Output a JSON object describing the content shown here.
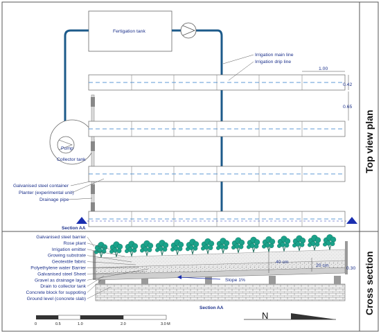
{
  "top_view": {
    "side_title": "Top view plan",
    "fertigation_tank": "Fertigation tank",
    "pump": "Pump",
    "collector_tank": "Collector tank",
    "irrigation_main_line": "Irrigation main line",
    "irrigation_drip_line": "Irrigation drip line",
    "dim_width": "1.00",
    "dim_planter": "0.42",
    "dim_spacing": "0.65",
    "galvanised_container": "Galvanised steel container",
    "planter": "Planter (experimental unit)",
    "drainage_pipe": "Drainage pipe",
    "section_marker": "Section AA"
  },
  "cross_section": {
    "side_title": "Cross section",
    "labels": [
      "Galvanised steel barrier",
      "Rose plant",
      "Irrigation emitter",
      "Growing substrate",
      "Geotextile fabric",
      "Polyethylene water Barrier",
      "Galvanised steel Sheet",
      "Gravel as drainage layer",
      "Drain to collector tank",
      "Concrete block for suppoting",
      "Ground level (concrete slab)"
    ],
    "dim_40": "40 cm",
    "dim_20": "20 cm",
    "dim_030": "0.30",
    "slope": "Slope 1%",
    "section_title": "Section AA"
  },
  "scale_bar": {
    "ticks": [
      "0",
      "0.5",
      "1.0",
      "2.0",
      "3.0 M"
    ]
  },
  "north": "N",
  "colors": {
    "pipe": "#1c5a8a",
    "label": "#1a2f8a",
    "plant": "#1aa28a",
    "marker": "#1a2fb0"
  }
}
